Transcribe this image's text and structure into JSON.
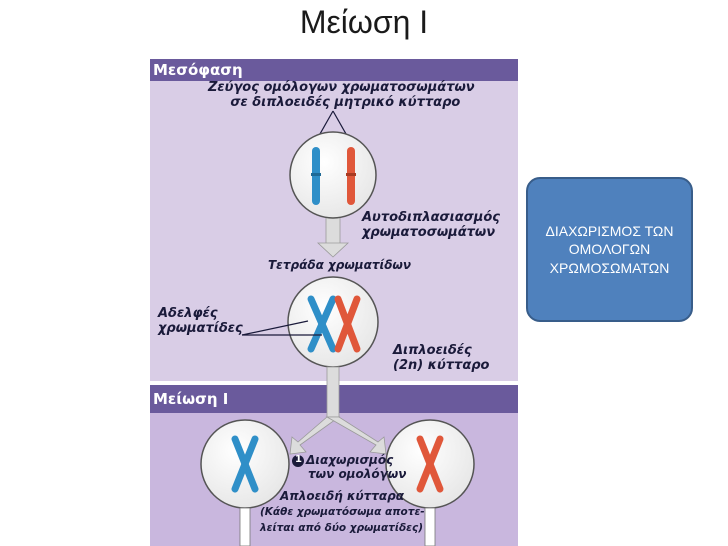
{
  "title": "Μείωση Ι",
  "diagram": {
    "interphase": {
      "header": "Μεσόφαση",
      "pair_label_line1": "Ζεύγος ομόλογων χρωματοσωμάτων",
      "pair_label_line2": "σε διπλοειδές μητρικό κύτταρο",
      "replication_line1": "Αυτοδιπλασιασμός",
      "replication_line2": "χρωματοσωμάτων",
      "tetrad": "Τετράδα χρωματίδων",
      "sisters_line1": "Αδελφές",
      "sisters_line2": "χρωματίδες",
      "diploid_line1": "Διπλοειδές",
      "diploid_line2": "(2n) κύτταρο"
    },
    "meiosis1": {
      "header": "Μείωση Ι",
      "step_number": "1",
      "separation_line1": "Διαχωρισμός",
      "separation_line2": "των ομολόγων",
      "haploid": "Απλοειδή κύτταρα",
      "note_line1": "(Κάθε χρωματόσωμα αποτε-",
      "note_line2": "λείται από δύο χρωματίδες)"
    },
    "colors": {
      "panel_top": "#d9cde6",
      "panel_bottom": "#c9b7de",
      "header_bar": "#6a5a9c",
      "chromosome_blue": "#2f8fc8",
      "chromosome_red": "#e0573a",
      "arrow": "#dcdcdc"
    }
  },
  "callout": {
    "text": "ΔΙΑΧΩΡΙΣΜΟΣ ΤΩΝ ΟΜΟΛΟΓΩΝ ΧΡΩΜΟΣΩΜΑΤΩΝ"
  }
}
